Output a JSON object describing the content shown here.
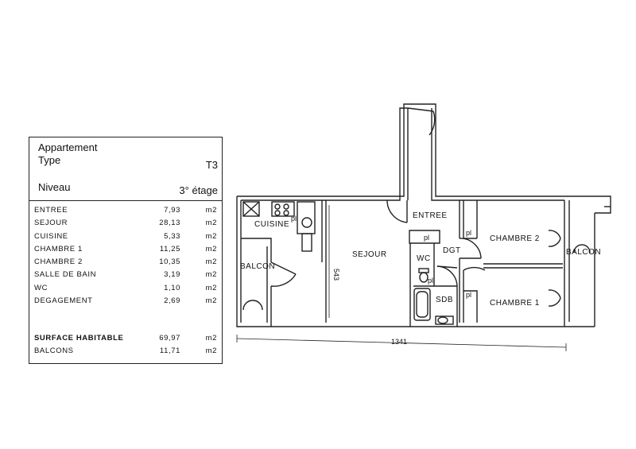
{
  "summary": {
    "appartement_label": "Appartement",
    "type_label": "Type",
    "type_value": "T3",
    "niveau_label": "Niveau",
    "niveau_value": "3° étage",
    "rooms": [
      {
        "name": "ENTREE",
        "area": "7,93",
        "unit": "m2"
      },
      {
        "name": "SEJOUR",
        "area": "28,13",
        "unit": "m2"
      },
      {
        "name": "CUISINE",
        "area": "5,33",
        "unit": "m2"
      },
      {
        "name": "CHAMBRE 1",
        "area": "11,25",
        "unit": "m2"
      },
      {
        "name": "CHAMBRE 2",
        "area": "10,35",
        "unit": "m2"
      },
      {
        "name": "SALLE DE BAIN",
        "area": "3,19",
        "unit": "m2"
      },
      {
        "name": "WC",
        "area": "1,10",
        "unit": "m2"
      },
      {
        "name": "DEGAGEMENT",
        "area": "2,69",
        "unit": "m2"
      }
    ],
    "totals": [
      {
        "name": "SURFACE HABITABLE",
        "area": "69,97",
        "unit": "m2"
      },
      {
        "name": "BALCONS",
        "area": "11,71",
        "unit": "m2"
      }
    ]
  },
  "plan": {
    "labels": {
      "cuisine": "CUISINE",
      "sejour": "SEJOUR",
      "entree": "ENTREE",
      "dgt": "DGT",
      "wc": "WC",
      "sdb": "SDB",
      "chambre2": "CHAMBRE 2",
      "chambre1": "CHAMBRE 1",
      "balcon_left": "BALCON",
      "balcon_right": "BALCON",
      "pl_cuisine": "pl",
      "pl_entree": "pl",
      "pl_ch2": "pl",
      "pl_dgt": "pl",
      "pl_ch1": "pl"
    },
    "dim_width": "1341",
    "dim_height": "543"
  }
}
